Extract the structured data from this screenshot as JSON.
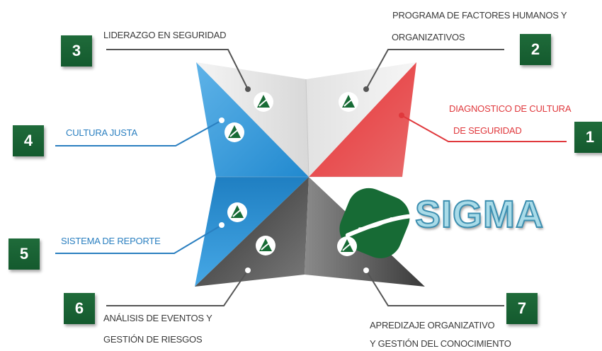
{
  "brand": {
    "title": "SIGMA",
    "logo_icon": "green-leaf-logo-icon",
    "colors": {
      "green": "#145a2e",
      "red": "#e0383c",
      "blue": "#2a8fd0",
      "dark": "#3f3f3f",
      "sigma_fill": "#a9dbe8"
    }
  },
  "items": [
    {
      "number": "1",
      "lines": [
        "DIAGNOSTICO DE CULTURA",
        "DE SEGURIDAD"
      ]
    },
    {
      "number": "2",
      "lines": [
        "PROGRAMA DE FACTORES HUMANOS Y",
        "ORGANIZATIVOS"
      ]
    },
    {
      "number": "3",
      "lines": [
        "LIDERAZGO EN SEGURIDAD"
      ]
    },
    {
      "number": "4",
      "lines": [
        "CULTURA JUSTA"
      ]
    },
    {
      "number": "5",
      "lines": [
        "SISTEMA DE REPORTE"
      ]
    },
    {
      "number": "6",
      "lines": [
        "ANÁLISIS DE EVENTOS Y",
        "GESTIÓN DE RIESGOS"
      ]
    },
    {
      "number": "7",
      "lines": [
        "APREDIZAJE ORGANIZATIVO",
        "Y GESTIÓN DEL CONOCIMIENTO"
      ]
    }
  ]
}
